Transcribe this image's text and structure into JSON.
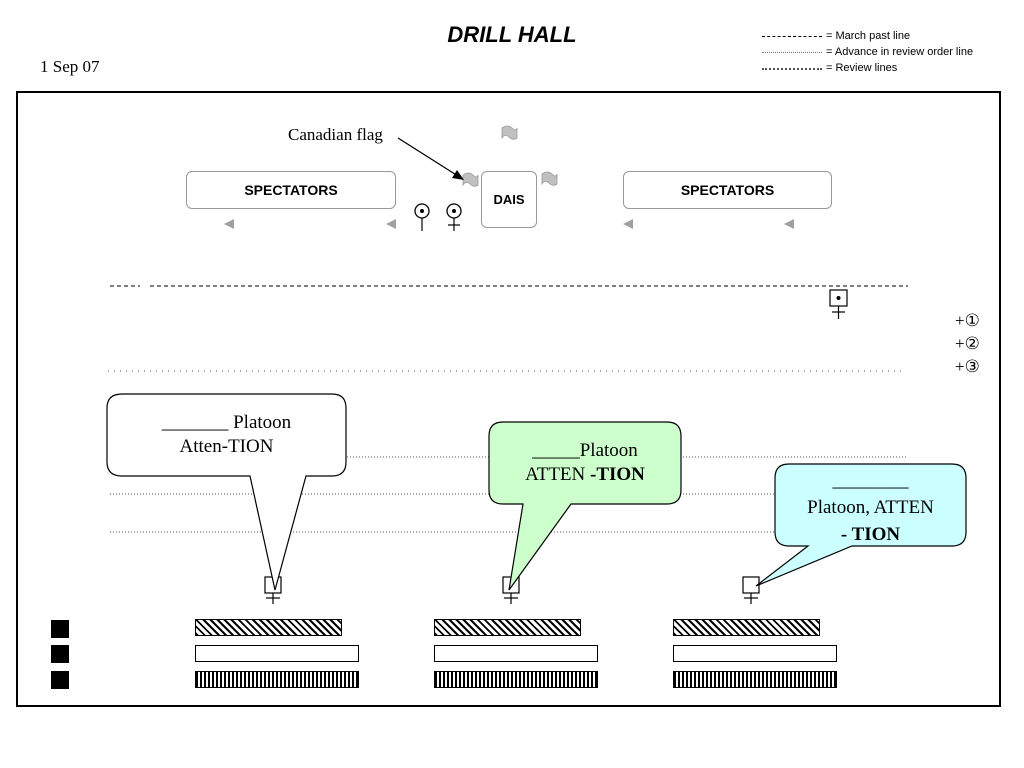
{
  "header": {
    "title": "DRILL HALL",
    "date": "1 Sep 07"
  },
  "legend": [
    {
      "text": "= March past line",
      "style": "dashed"
    },
    {
      "text": "= Advance in review order line",
      "style": "sparse-dotted"
    },
    {
      "text": "= Review lines",
      "style": "dense-dotted"
    }
  ],
  "hall": {
    "spectators_left": "SPECTATORS",
    "spectators_right": "SPECTATORS",
    "dais": "DAIS",
    "flag_label": "Canadian flag",
    "numbered_positions": [
      "+①",
      "+②",
      "+③"
    ]
  },
  "callouts": {
    "left": "_______ Platoon\nAtten-TION",
    "center_line1": "_____Platoon",
    "center_line2_plain": "ATTEN ",
    "center_line2_bold": "-TION",
    "right_line1": "________",
    "right_line2": "Platoon, ATTEN",
    "right_line3_bold": "- TION"
  },
  "colors": {
    "center_callout_fill": "#ccffcc",
    "right_callout_fill": "#ccffff",
    "flag_fill": "#c0c0c0",
    "arrowhead_fill": "#a0a0a0"
  }
}
